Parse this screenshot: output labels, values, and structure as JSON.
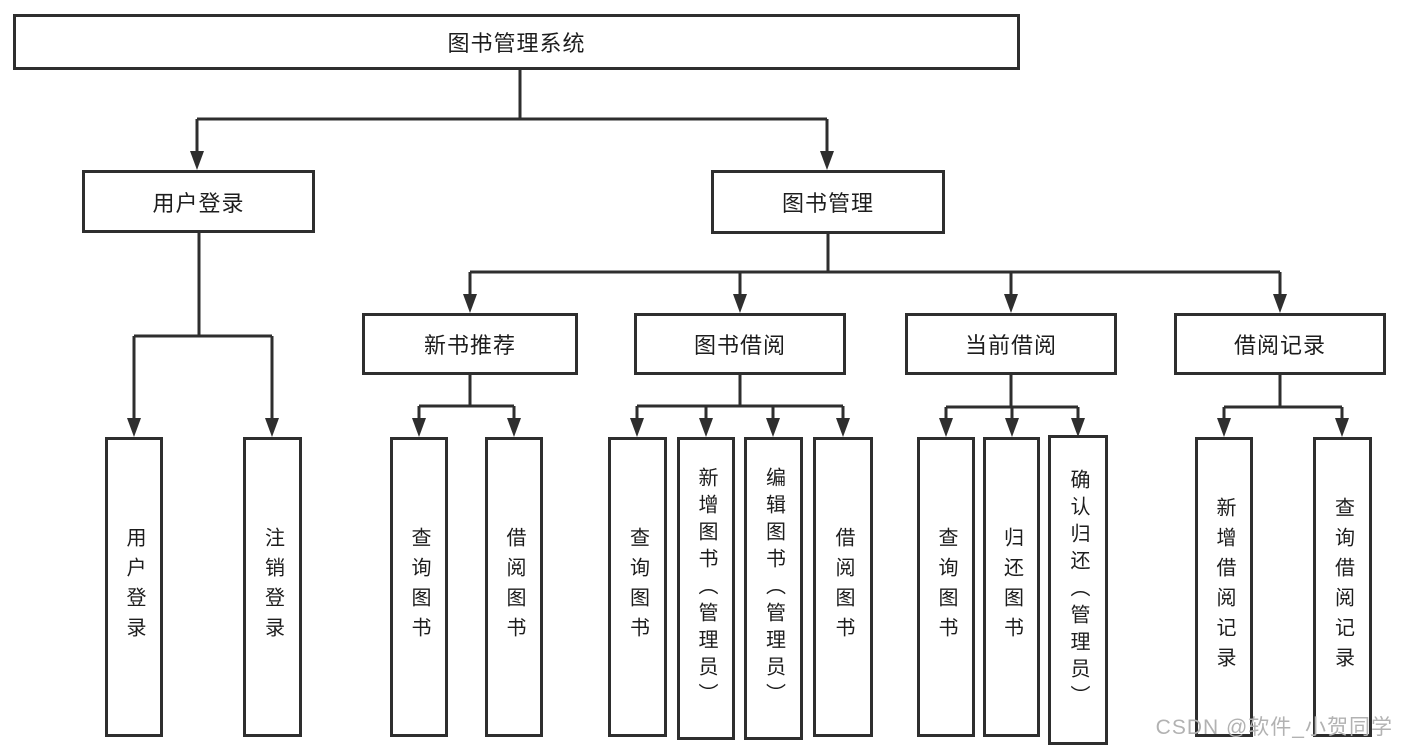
{
  "nodes": {
    "root": "图书管理系统",
    "user_login": "用户登录",
    "book_management": "图书管理",
    "new_book_recommend": "新书推荐",
    "book_borrow": "图书借阅",
    "current_borrow": "当前借阅",
    "borrow_record": "借阅记录",
    "leaf_user_login": "用户登录",
    "leaf_logout_login": "注销登录",
    "leaf_nb_query_book": "查询图书",
    "leaf_nb_borrow_book": "借阅图书",
    "leaf_bb_query_book": "查询图书",
    "leaf_bb_add_book_admin": "新增图书（管理员）",
    "leaf_bb_edit_book_admin": "编辑图书（管理员）",
    "leaf_bb_borrow_book": "借阅图书",
    "leaf_cb_query_book": "查询图书",
    "leaf_cb_return_book": "归还图书",
    "leaf_cb_confirm_return_admin": "确认归还（管理员）",
    "leaf_br_add_record": "新增借阅记录",
    "leaf_br_query_record": "查询借阅记录"
  },
  "watermark": "CSDN @软件_小贺同学",
  "colors": {
    "line": "#2e2e2e",
    "box_border": "#2e2e2e",
    "text": "#1d1d1d",
    "watermark": "#b2b2b2",
    "background": "#ffffff"
  }
}
